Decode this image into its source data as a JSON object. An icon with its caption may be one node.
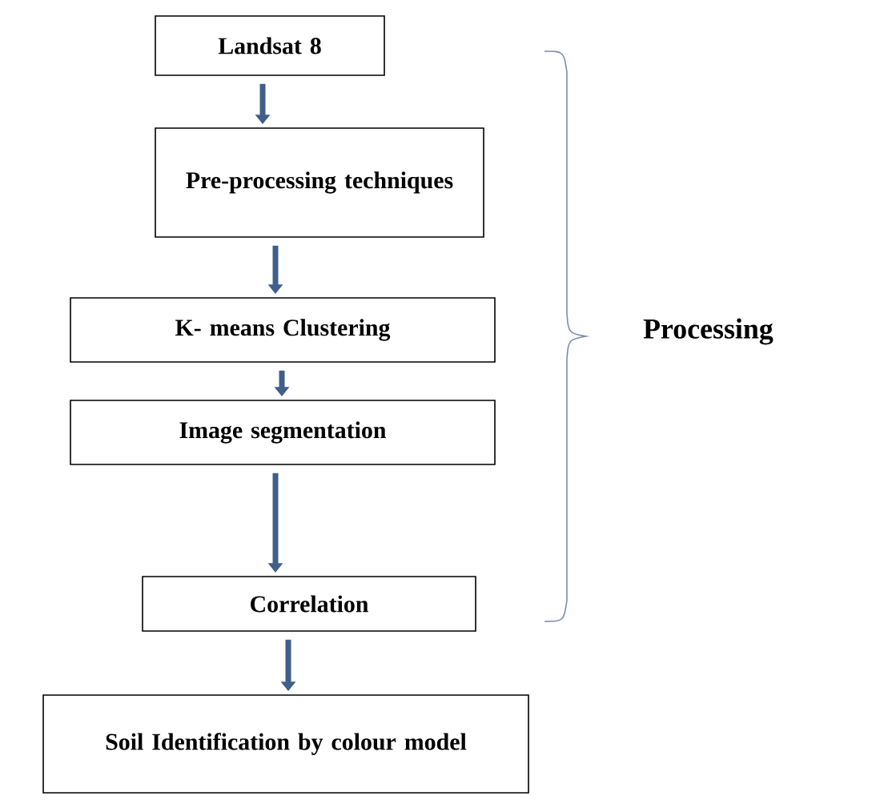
{
  "diagram": {
    "nodes": [
      {
        "text": [
          "Landsat 8"
        ]
      },
      {
        "text": [
          "Pre-processing techniques"
        ]
      },
      {
        "text": [
          "K- means Clustering"
        ]
      },
      {
        "text": [
          "Image segmentation"
        ]
      },
      {
        "text": [
          "Correlation"
        ]
      },
      {
        "text": [
          "Soil Identification by colour model"
        ]
      }
    ],
    "edges": [
      {
        "from": 0,
        "to": 1,
        "arrow": "to"
      },
      {
        "from": 1,
        "to": 2,
        "arrow": "to"
      },
      {
        "from": 2,
        "to": 3,
        "arrow": "to"
      },
      {
        "from": 3,
        "to": 4,
        "arrow": "to"
      },
      {
        "from": 4,
        "to": 5,
        "arrow": "to"
      }
    ],
    "labels": [
      "Processing"
    ]
  }
}
